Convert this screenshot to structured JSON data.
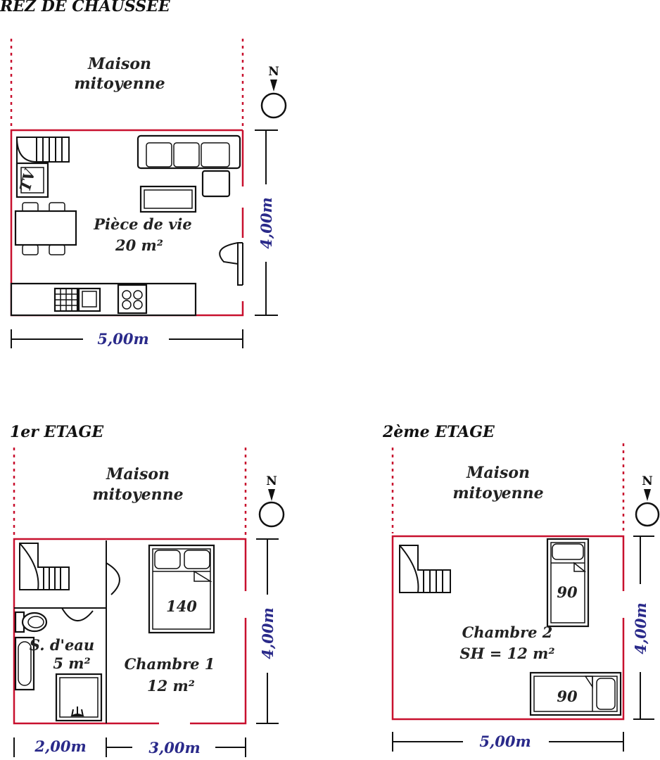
{
  "ground_floor": {
    "title": "REZ DE CHAUSSEE",
    "neighbor_line1": "Maison",
    "neighbor_line2": "mitoyenne",
    "north": "N",
    "tv": "TV",
    "room_name": "Pièce de vie",
    "room_area": "20 m²",
    "width": "5,00m",
    "depth": "4,00m"
  },
  "first_floor": {
    "title": "1er ETAGE",
    "neighbor_line1": "Maison",
    "neighbor_line2": "mitoyenne",
    "north": "N",
    "bed_size": "140",
    "bathroom_name": "S. d'eau",
    "bathroom_area": "5 m²",
    "bedroom_name": "Chambre 1",
    "bedroom_area": "12 m²",
    "width_left": "2,00m",
    "width_right": "3,00m",
    "depth": "4,00m"
  },
  "second_floor": {
    "title": "2ème ETAGE",
    "neighbor_line1": "Maison",
    "neighbor_line2": "mitoyenne",
    "north": "N",
    "bed1_size": "90",
    "bed2_size": "90",
    "room_name": "Chambre 2",
    "room_area": "SH = 12 m²",
    "width": "5,00m",
    "depth": "4,00m"
  },
  "colors": {
    "wall": "#c8102e",
    "dimension_text": "#2a2a8a"
  }
}
